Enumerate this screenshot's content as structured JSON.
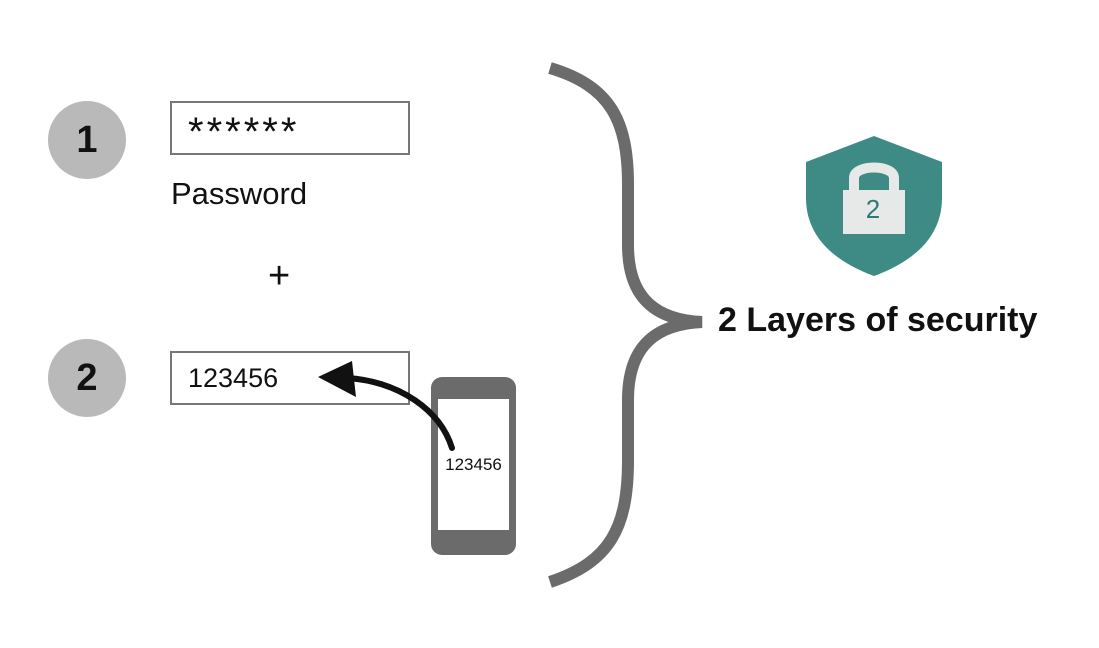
{
  "steps": [
    {
      "number": "1"
    },
    {
      "number": "2"
    }
  ],
  "password": {
    "value": "******",
    "label": "Password"
  },
  "plus": "+",
  "code": {
    "value": "123456"
  },
  "phone": {
    "code": "123456"
  },
  "shield": {
    "number": "2",
    "color": "#3d8b84",
    "lock_color": "#e6e9e8"
  },
  "summary": {
    "title": "2 Layers of security"
  },
  "colors": {
    "circle": "#b9b9b9",
    "brace": "#6b6b6b",
    "phone": "#6b6b6b",
    "field_border": "#777777"
  },
  "icons": [
    "curly-brace-icon",
    "arrow-icon",
    "shield-icon",
    "padlock-icon",
    "phone-icon"
  ]
}
